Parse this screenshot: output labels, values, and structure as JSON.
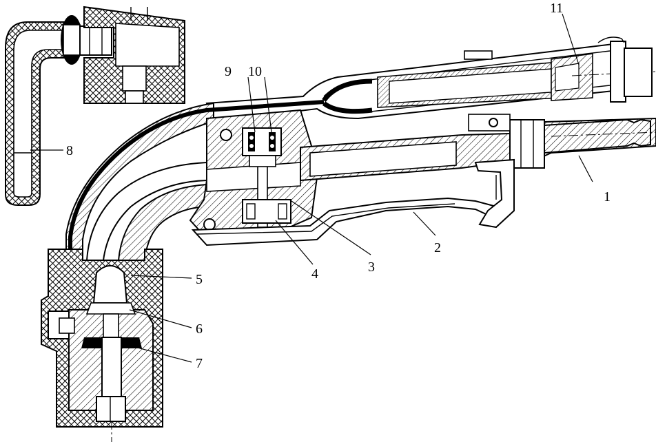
{
  "callouts": [
    {
      "key": "c1",
      "text": "1"
    },
    {
      "key": "c2",
      "text": "2"
    },
    {
      "key": "c3",
      "text": "3"
    },
    {
      "key": "c4",
      "text": "4"
    },
    {
      "key": "c5",
      "text": "5"
    },
    {
      "key": "c6",
      "text": "6"
    },
    {
      "key": "c7",
      "text": "7"
    },
    {
      "key": "c8",
      "text": "8"
    },
    {
      "key": "c9",
      "text": "9"
    },
    {
      "key": "c10",
      "text": "10"
    },
    {
      "key": "c11",
      "text": "11"
    }
  ]
}
